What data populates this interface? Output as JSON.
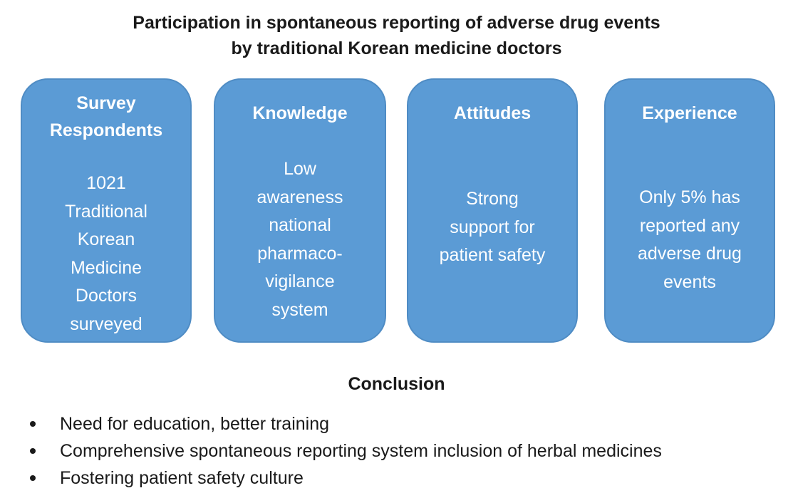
{
  "title": {
    "line1": "Participation in spontaneous reporting of adverse drug events",
    "line2": "by traditional Korean medicine doctors"
  },
  "cards": [
    {
      "heading": [
        "Survey",
        "Respondents"
      ],
      "body": [
        "1021",
        "Traditional",
        "Korean",
        "Medicine",
        "Doctors",
        "surveyed"
      ]
    },
    {
      "heading": [
        "Knowledge"
      ],
      "body": [
        "Low",
        "awareness",
        "national",
        "pharmaco-",
        "vigilance",
        "system"
      ]
    },
    {
      "heading": [
        "Attitudes"
      ],
      "body": [
        "Strong",
        "support for",
        "patient safety"
      ]
    },
    {
      "heading": [
        "Experience"
      ],
      "body": [
        "Only 5% has",
        "reported any",
        "adverse drug",
        "events"
      ]
    }
  ],
  "conclusion": {
    "title": "Conclusion",
    "items": [
      "Need for education, better training",
      "Comprehensive spontaneous reporting system inclusion of herbal medicines",
      "Fostering patient safety culture"
    ]
  },
  "colors": {
    "card_fill": "#5b9bd5",
    "card_border": "#4f8cc4",
    "card_text": "#ffffff"
  }
}
